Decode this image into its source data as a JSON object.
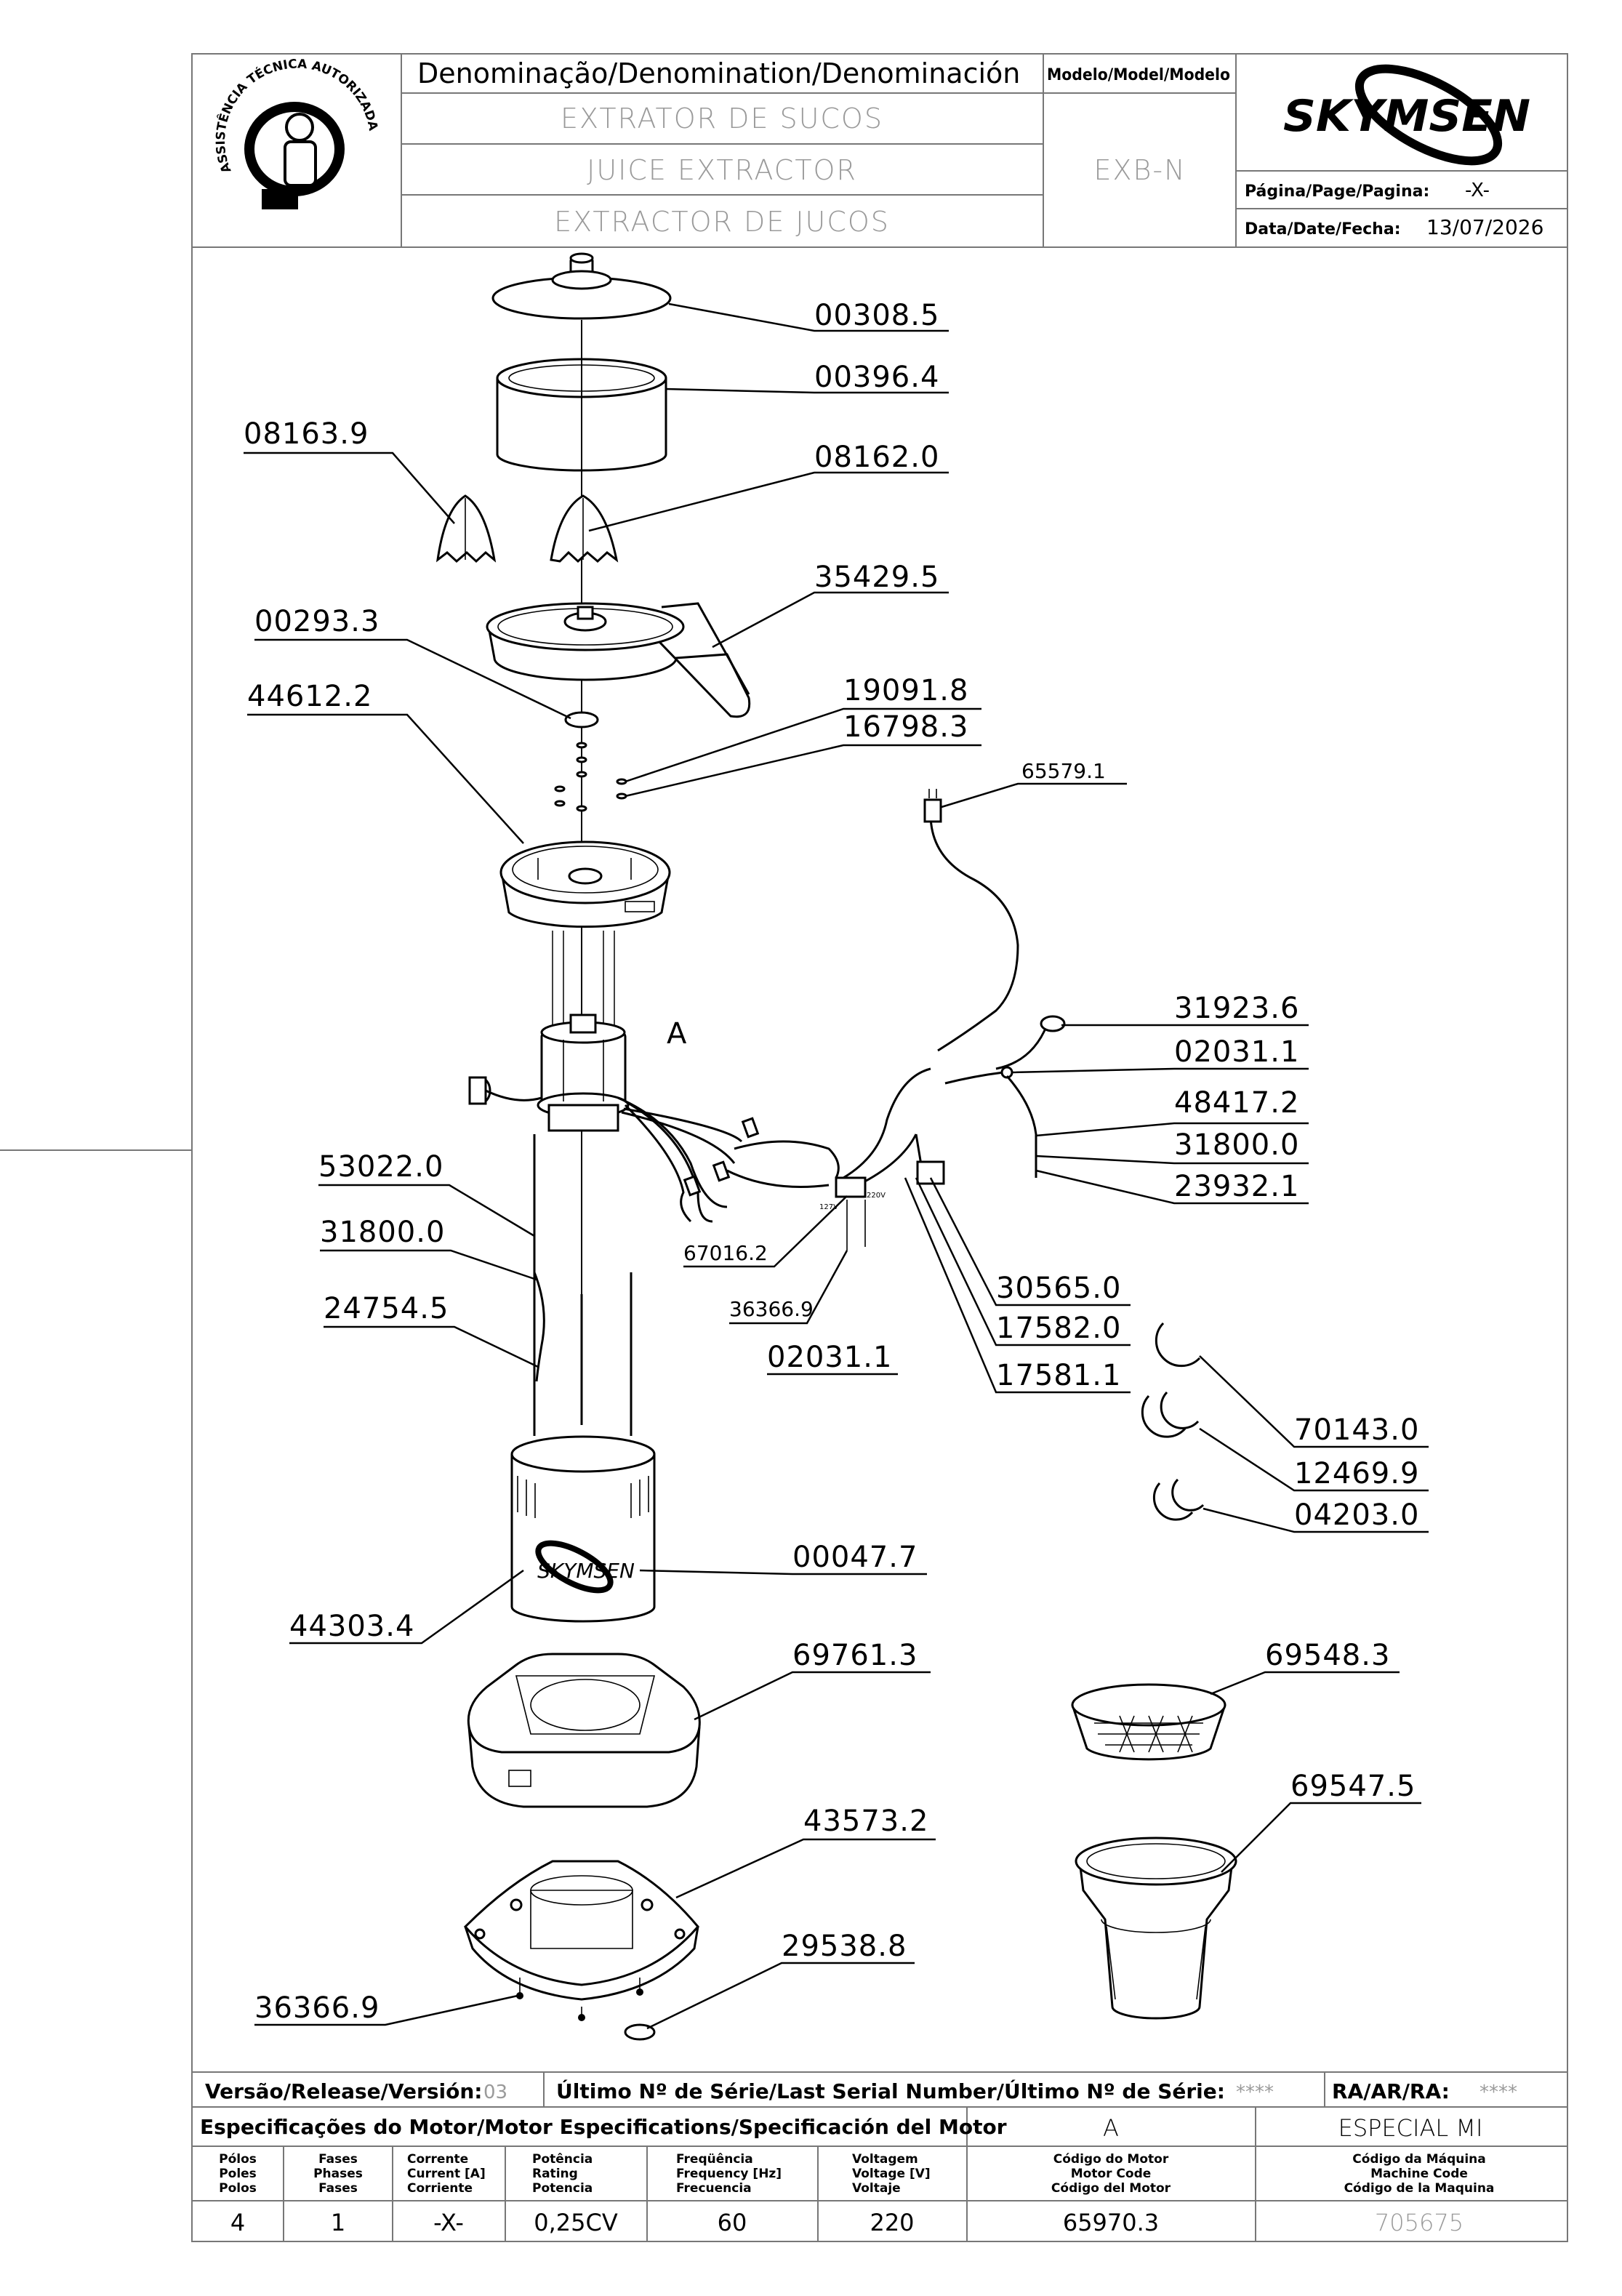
{
  "header": {
    "denomination_label": "Denominação/Denomination/Denominación",
    "model_label": "Modelo/Model/Modelo",
    "name_pt": "EXTRATOR DE SUCOS",
    "name_en": "JUICE EXTRACTOR",
    "name_es": "EXTRACTOR DE JUCOS",
    "model": "EXB-N",
    "brand": "SKYMSEN",
    "page_label": "Página/Page/Pagina:",
    "page_value": "-X-",
    "date_label": "Data/Date/Fecha:",
    "date_value": "13/07/2026",
    "seal_text": "ASSISTÊNCIA TÉCNICA AUTORIZADA"
  },
  "diagram": {
    "assembly_label": "A",
    "housing_brand": "SKYMSEN",
    "wire_label_127": "127V",
    "wire_label_220": "220V",
    "parts": [
      "00308.5",
      "00396.4",
      "08163.9",
      "08162.0",
      "35429.5",
      "00293.3",
      "44612.2",
      "19091.8",
      "16798.3",
      "65579.1",
      "31923.6",
      "02031.1",
      "48417.2",
      "31800.0",
      "23932.1",
      "53022.0",
      "31800.0",
      "67016.2",
      "24754.5",
      "36366.9",
      "02031.1",
      "30565.0",
      "17582.0",
      "17581.1",
      "70143.0",
      "12469.9",
      "04203.0",
      "00047.7",
      "44303.4",
      "69761.3",
      "69548.3",
      "69547.5",
      "43573.2",
      "29538.8",
      "36366.9"
    ]
  },
  "footer": {
    "release_label": "Versão/Release/Versión:",
    "release_value": "03",
    "serial_label": "Último Nº de Série/Last Serial Number/Último Nº de Série:",
    "serial_value": "****",
    "ra_label": "RA/AR/RA:",
    "ra_value": "****",
    "motor_spec_label": "Especificações do Motor/Motor Especifications/Specificación del Motor",
    "motor_class": "A",
    "machine_variant": "ESPECIAL MI",
    "columns": [
      {
        "label_pt": "Pólos",
        "label_en": "Poles",
        "label_es": "Polos",
        "value": "4"
      },
      {
        "label_pt": "Fases",
        "label_en": "Phases",
        "label_es": "Fases",
        "value": "1"
      },
      {
        "label_pt": "Corrente",
        "label_en": "Current [A]",
        "label_es": "Corriente",
        "value": "-X-"
      },
      {
        "label_pt": "Potência",
        "label_en": "Rating",
        "label_es": "Potencia",
        "value": "0,25CV"
      },
      {
        "label_pt": "Freqüência",
        "label_en": "Frequency [Hz]",
        "label_es": "Frecuencia",
        "value": "60"
      },
      {
        "label_pt": "Voltagem",
        "label_en": "Voltage [V]",
        "label_es": "Voltaje",
        "value": "220"
      },
      {
        "label_pt": "Código do Motor",
        "label_en": "Motor Code",
        "label_es": "Código del Motor",
        "value": "65970.3"
      },
      {
        "label_pt": "Código da Máquina",
        "label_en": "Machine Code",
        "label_es": "Código de la Maquina",
        "value": "705675"
      }
    ]
  }
}
